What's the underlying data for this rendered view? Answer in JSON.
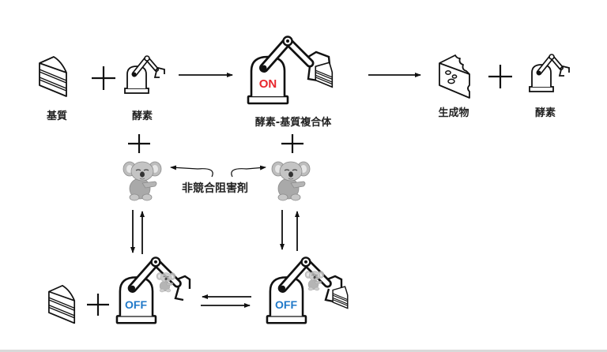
{
  "diagram": {
    "title": "非競合阻害",
    "labels": {
      "substrate": "基質",
      "enzyme": "酵素",
      "enzyme_substrate_complex": "酵素-基質複合体",
      "product": "生成物",
      "enzyme_after": "酵素",
      "inhibitor": "非競合阻害剤"
    },
    "states": {
      "active": "ON",
      "inactive_left": "OFF",
      "inactive_right": "OFF"
    },
    "symbols": {
      "plus": "+"
    },
    "colors": {
      "line": "#111111",
      "on_text": "#e8262c",
      "off_text": "#1f78c8",
      "inhibitor_gray": "#9a9a9a",
      "rule": "#d9d9d9"
    },
    "icons": {
      "substrate": "cake-slice-icon",
      "enzyme": "robot-arm-icon",
      "product": "cheese-icon",
      "inhibitor": "koala-icon"
    }
  }
}
